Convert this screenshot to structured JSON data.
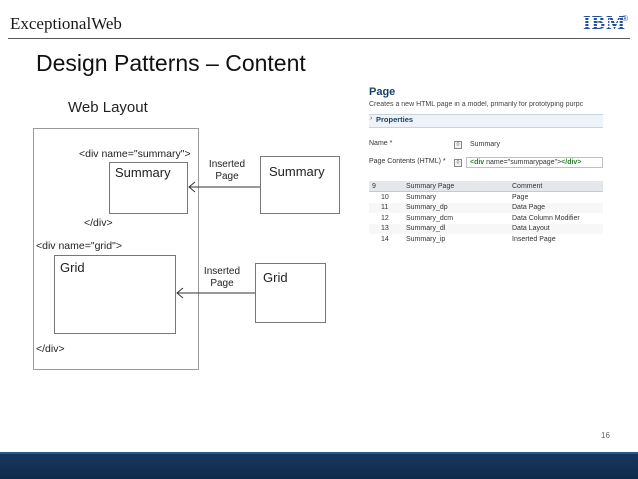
{
  "header": {
    "brand": "ExceptionalWeb",
    "logo": "IBM",
    "logo_mark": "®"
  },
  "slide": {
    "title": "Design Patterns – Content",
    "subtitle": "Web Layout",
    "page_number": "16"
  },
  "diagram": {
    "summary_open_tag": "<div name=\"summary\">",
    "summary_box": "Summary",
    "summary_close_tag": "</div>",
    "grid_open_tag": "<div name=\"grid\">",
    "grid_box": "Grid",
    "grid_close_tag": "</div>",
    "inserted_line1": "Inserted",
    "inserted_line2": "Page",
    "external_summary": "Summary",
    "external_grid": "Grid"
  },
  "properties_panel": {
    "title": "Page",
    "description": "Creates a new HTML page in a model, primarily for prototyping purpc",
    "section_label": "Properties",
    "name_label": "Name *",
    "name_value": "Summary",
    "contents_label": "Page Contents (HTML) *",
    "contents_tag_open": "<div",
    "contents_attr": " name=\"summarypage\">",
    "contents_tag_close": "</div>",
    "table": {
      "headers": [
        "9",
        "Summary Page",
        "Comment"
      ],
      "rows": [
        [
          "10",
          "Summary",
          "Page"
        ],
        [
          "11",
          "Summary_dp",
          "Data Page"
        ],
        [
          "12",
          "Summary_dcm",
          "Data Column Modifier"
        ],
        [
          "13",
          "Summary_dl",
          "Data Layout"
        ],
        [
          "14",
          "Summary_ip",
          "Inserted Page"
        ]
      ]
    }
  },
  "colors": {
    "footer": "#0f2b4c",
    "panel_title": "#1b3f6b",
    "contents_tag": "#2e7d32",
    "logo": "#1f4e9a"
  }
}
